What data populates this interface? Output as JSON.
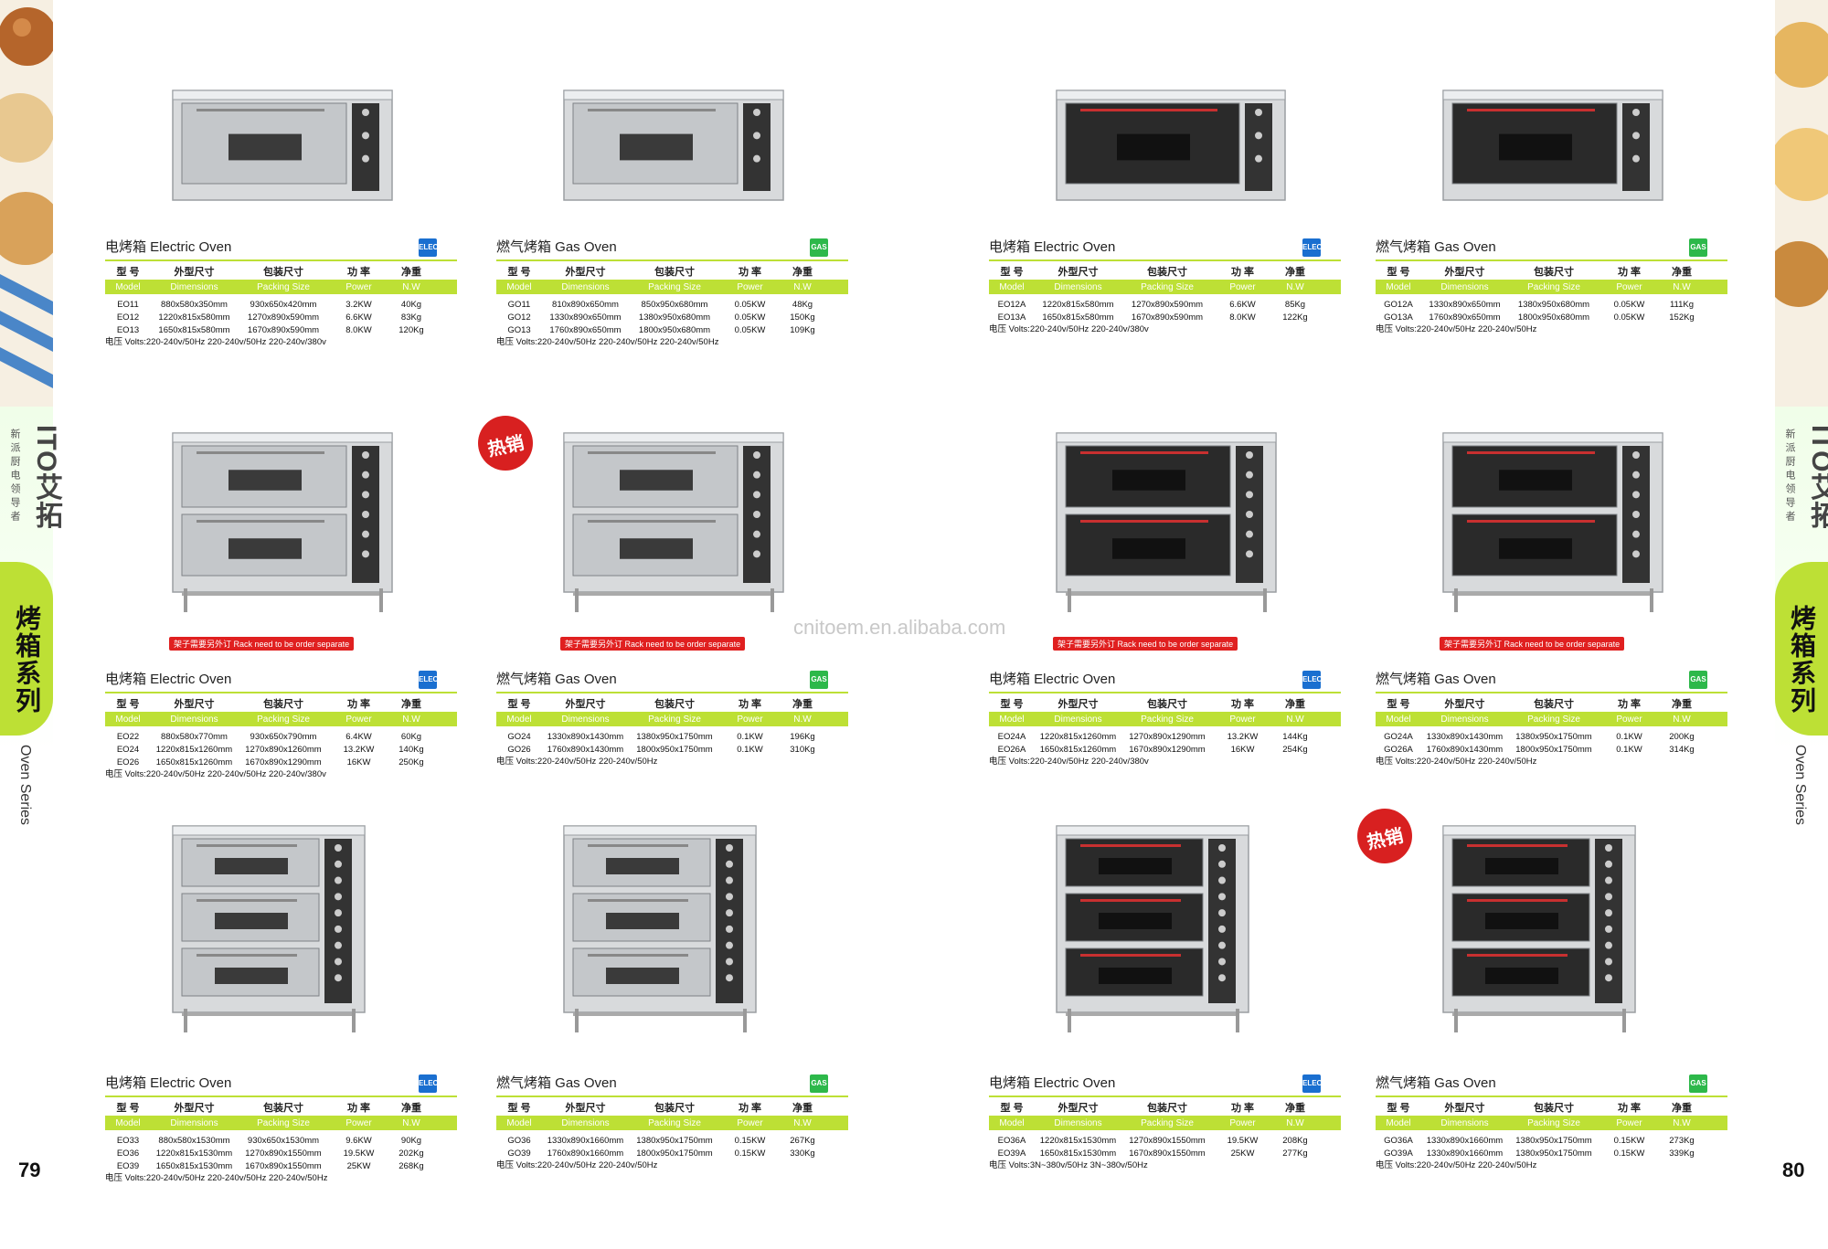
{
  "left_side": {
    "brand": "ITO艾拓",
    "tagline": "新派厨电领导者",
    "series_cn": "烤箱系列",
    "series_en": "Oven Series",
    "page": "79"
  },
  "right_side": {
    "brand": "ITO艾拓",
    "tagline": "新派厨电领导者",
    "series_cn": "烤箱系列",
    "series_en": "Oven Series",
    "page": "80"
  },
  "watermark": "cnitoem.en.alibaba.com",
  "hot_label": "热销",
  "headers": {
    "cn": [
      "型 号",
      "外型尺寸",
      "包装尺寸",
      "功 率",
      "净重"
    ],
    "en": [
      "Model",
      "Dimensions",
      "Packing Size",
      "Power",
      "N.W"
    ]
  },
  "products": [
    {
      "title": "电烤箱  Electric Oven",
      "badge": "ELEC",
      "rows": [
        [
          "EO11",
          "880x580x350mm",
          "930x650x420mm",
          "3.2KW",
          "40Kg"
        ],
        [
          "EO12",
          "1220x815x580mm",
          "1270x890x590mm",
          "6.6KW",
          "83Kg"
        ],
        [
          "EO13",
          "1650x815x580mm",
          "1670x890x590mm",
          "8.0KW",
          "120Kg"
        ]
      ],
      "volts": "电压  Volts:220-240v/50Hz  220-240v/50Hz  220-240v/380v"
    },
    {
      "title": "燃气烤箱  Gas Oven",
      "badge": "GAS",
      "rows": [
        [
          "GO11",
          "810x890x650mm",
          "850x950x680mm",
          "0.05KW",
          "48Kg"
        ],
        [
          "GO12",
          "1330x890x650mm",
          "1380x950x680mm",
          "0.05KW",
          "150Kg"
        ],
        [
          "GO13",
          "1760x890x650mm",
          "1800x950x680mm",
          "0.05KW",
          "109Kg"
        ]
      ],
      "volts": "电压  Volts:220-240v/50Hz  220-240v/50Hz  220-240v/50Hz"
    },
    {
      "title": "电烤箱  Electric Oven",
      "badge": "ELEC",
      "rows": [
        [
          "EO12A",
          "1220x815x580mm",
          "1270x890x590mm",
          "6.6KW",
          "85Kg"
        ],
        [
          "EO13A",
          "1650x815x580mm",
          "1670x890x590mm",
          "8.0KW",
          "122Kg"
        ]
      ],
      "volts": "电压  Volts:220-240v/50Hz  220-240v/380v"
    },
    {
      "title": "燃气烤箱  Gas Oven",
      "badge": "GAS",
      "rows": [
        [
          "GO12A",
          "1330x890x650mm",
          "1380x950x680mm",
          "0.05KW",
          "111Kg"
        ],
        [
          "GO13A",
          "1760x890x650mm",
          "1800x950x680mm",
          "0.05KW",
          "152Kg"
        ]
      ],
      "volts": "电压  Volts:220-240v/50Hz  220-240v/50Hz"
    },
    {
      "title": "电烤箱  Electric Oven",
      "badge": "ELEC",
      "rack_note": "架子需要另外订  Rack need to be order separate",
      "rows": [
        [
          "EO22",
          "880x580x770mm",
          "930x650x790mm",
          "6.4KW",
          "60Kg"
        ],
        [
          "EO24",
          "1220x815x1260mm",
          "1270x890x1260mm",
          "13.2KW",
          "140Kg"
        ],
        [
          "EO26",
          "1650x815x1260mm",
          "1670x890x1290mm",
          "16KW",
          "250Kg"
        ]
      ],
      "volts": "电压  Volts:220-240v/50Hz  220-240v/50Hz  220-240v/380v"
    },
    {
      "title": "燃气烤箱  Gas Oven",
      "badge": "GAS",
      "hot": true,
      "rack_note": "架子需要另外订  Rack need to be order separate",
      "rows": [
        [
          "GO24",
          "1330x890x1430mm",
          "1380x950x1750mm",
          "0.1KW",
          "196Kg"
        ],
        [
          "GO26",
          "1760x890x1430mm",
          "1800x950x1750mm",
          "0.1KW",
          "310Kg"
        ]
      ],
      "volts": "电压  Volts:220-240v/50Hz  220-240v/50Hz"
    },
    {
      "title": "电烤箱  Electric Oven",
      "badge": "ELEC",
      "rack_note": "架子需要另外订  Rack need to be order separate",
      "rows": [
        [
          "EO24A",
          "1220x815x1260mm",
          "1270x890x1290mm",
          "13.2KW",
          "144Kg"
        ],
        [
          "EO26A",
          "1650x815x1260mm",
          "1670x890x1290mm",
          "16KW",
          "254Kg"
        ]
      ],
      "volts": "电压  Volts:220-240v/50Hz  220-240v/380v"
    },
    {
      "title": "燃气烤箱  Gas Oven",
      "badge": "GAS",
      "rack_note": "架子需要另外订  Rack need to be order separate",
      "rows": [
        [
          "GO24A",
          "1330x890x1430mm",
          "1380x950x1750mm",
          "0.1KW",
          "200Kg"
        ],
        [
          "GO26A",
          "1760x890x1430mm",
          "1800x950x1750mm",
          "0.1KW",
          "314Kg"
        ]
      ],
      "volts": "电压  Volts:220-240v/50Hz  220-240v/50Hz"
    },
    {
      "title": "电烤箱  Electric Oven",
      "badge": "ELEC",
      "rows": [
        [
          "EO33",
          "880x580x1530mm",
          "930x650x1530mm",
          "9.6KW",
          "90Kg"
        ],
        [
          "EO36",
          "1220x815x1530mm",
          "1270x890x1550mm",
          "19.5KW",
          "202Kg"
        ],
        [
          "EO39",
          "1650x815x1530mm",
          "1670x890x1550mm",
          "25KW",
          "268Kg"
        ]
      ],
      "volts": "电压  Volts:220-240v/50Hz  220-240v/50Hz  220-240v/50Hz"
    },
    {
      "title": "燃气烤箱  Gas Oven",
      "badge": "GAS",
      "rows": [
        [
          "GO36",
          "1330x890x1660mm",
          "1380x950x1750mm",
          "0.15KW",
          "267Kg"
        ],
        [
          "GO39",
          "1760x890x1660mm",
          "1800x950x1750mm",
          "0.15KW",
          "330Kg"
        ]
      ],
      "volts": "电压  Volts:220-240v/50Hz  220-240v/50Hz"
    },
    {
      "title": "电烤箱  Electric Oven",
      "badge": "ELEC",
      "rows": [
        [
          "EO36A",
          "1220x815x1530mm",
          "1270x890x1550mm",
          "19.5KW",
          "208Kg"
        ],
        [
          "EO39A",
          "1650x815x1530mm",
          "1670x890x1550mm",
          "25KW",
          "277Kg"
        ]
      ],
      "volts": "电压  Volts:3N~380v/50Hz  3N~380v/50Hz"
    },
    {
      "title": "燃气烤箱  Gas Oven",
      "badge": "GAS",
      "hot": true,
      "rows": [
        [
          "GO36A",
          "1330x890x1660mm",
          "1380x950x1750mm",
          "0.15KW",
          "273Kg"
        ],
        [
          "GO39A",
          "1330x890x1660mm",
          "1380x950x1750mm",
          "0.15KW",
          "339Kg"
        ]
      ],
      "volts": "电压  Volts:220-240v/50Hz  220-240v/50Hz"
    }
  ]
}
